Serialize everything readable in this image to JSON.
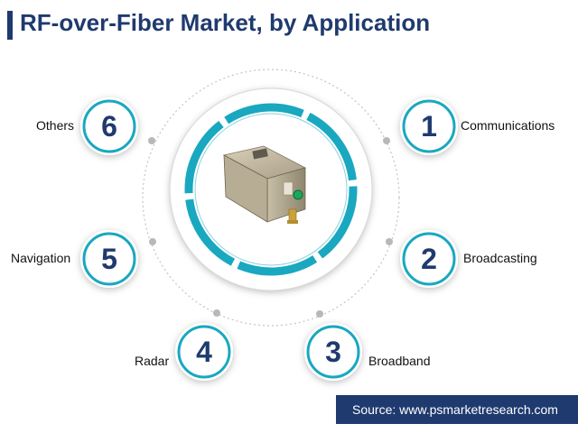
{
  "title": "RF-over-Fiber Market, by Application",
  "source": "Source: www.psmarketresearch.com",
  "colors": {
    "navy": "#1f3a6e",
    "teal": "#19a8c0",
    "ring_gray": "#b8b8b8"
  },
  "center_image": "rf-over-fiber-transceiver-module",
  "items": [
    {
      "number": "1",
      "label": "Communications"
    },
    {
      "number": "2",
      "label": "Broadcasting"
    },
    {
      "number": "3",
      "label": "Broadband"
    },
    {
      "number": "4",
      "label": "Radar"
    },
    {
      "number": "5",
      "label": "Navigation"
    },
    {
      "number": "6",
      "label": "Others"
    }
  ]
}
